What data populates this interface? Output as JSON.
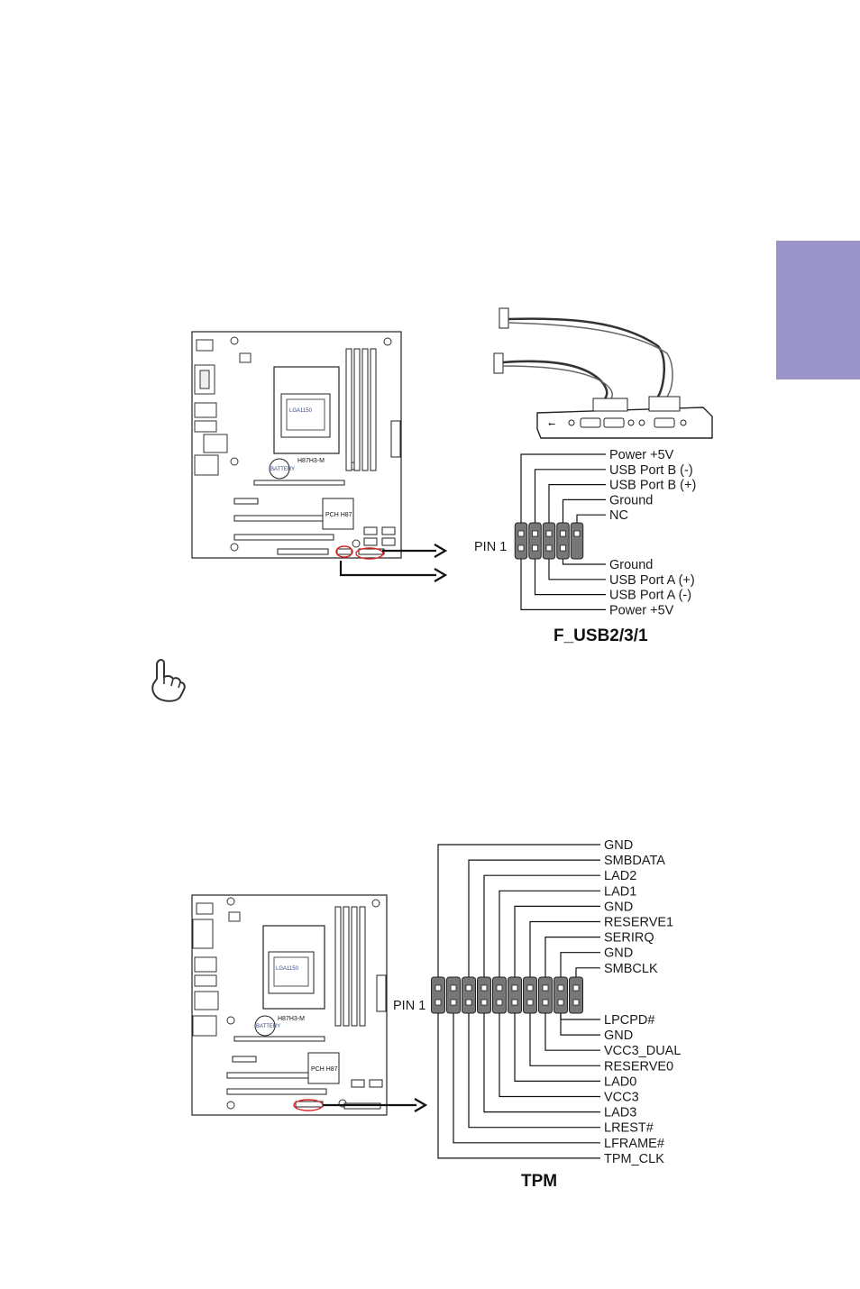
{
  "side_tab": {
    "color": "#9b94c8"
  },
  "usb": {
    "title": "F_USB2/3/1",
    "pin1": "PIN 1",
    "top_labels": [
      "Power +5V",
      "USB Port B (-)",
      "USB Port B (+)",
      "Ground",
      "NC"
    ],
    "bottom_labels": [
      "Ground",
      "USB Port A (+)",
      "USB Port A (-)",
      "Power +5V"
    ]
  },
  "tpm": {
    "title": "TPM",
    "pin1": "PIN 1",
    "top_labels": [
      "GND",
      "SMBDATA",
      "LAD2",
      "LAD1",
      "GND",
      "RESERVE1",
      "SERIRQ",
      "GND",
      "SMBCLK"
    ],
    "bottom_labels": [
      "LPCPD#",
      "GND",
      "VCC3_DUAL",
      "RESERVE0",
      "LAD0",
      "VCC3",
      "LAD3",
      "LREST#",
      "LFRAME#",
      "TPM_CLK"
    ]
  },
  "board": {
    "model": "H87H3-M",
    "chipset": "PCH H87",
    "socket": "LGA1150",
    "battery": "BATTERY"
  },
  "icons": {
    "note": "pointing-hand-icon",
    "usb_bracket": "usb-bracket-icon"
  }
}
